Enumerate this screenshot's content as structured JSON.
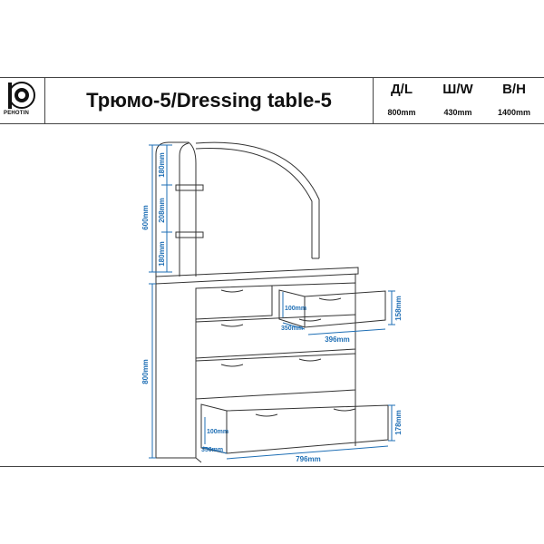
{
  "brand": {
    "name": "PEHOTIN"
  },
  "header": {
    "title": "Трюмо-5/Dressing table-5",
    "dimensions": [
      {
        "label": "Д/L",
        "value": "800mm"
      },
      {
        "label": "Ш/W",
        "value": "430mm"
      },
      {
        "label": "В/Н",
        "value": "1400mm"
      }
    ]
  },
  "drawing": {
    "top_total": "600mm",
    "shelf_top": "180mm",
    "shelf_mid": "208mm",
    "shelf_bottom": "180mm",
    "body_height": "800mm",
    "top_drawer_depth": "100mm",
    "top_drawer_length": "350mm",
    "top_drawer_width": "396mm",
    "top_drawer_height": "158mm",
    "bottom_drawer_depth": "100mm",
    "bottom_drawer_length": "350mm",
    "bottom_drawer_width": "796mm",
    "bottom_drawer_height": "178mm"
  },
  "colors": {
    "dimension": "#1f6fb5",
    "line": "#333333"
  }
}
